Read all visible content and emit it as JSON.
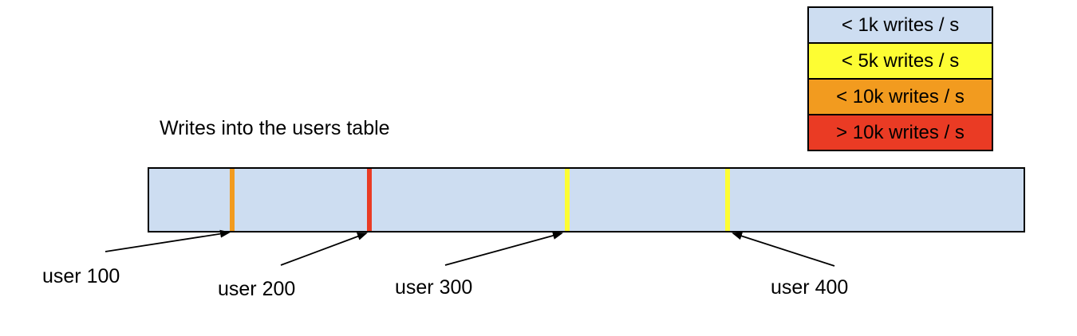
{
  "title": "Writes into the users table",
  "colors": {
    "bar_fill": "#cdddf1",
    "yellow": "#fdfd33",
    "orange": "#f29b1f",
    "red": "#ea3b24",
    "outline": "#000000"
  },
  "legend": {
    "items": [
      {
        "label": "< 1k writes / s",
        "color": "#cdddf1"
      },
      {
        "label": "< 5k writes / s",
        "color": "#fdfd33"
      },
      {
        "label": "< 10k writes / s",
        "color": "#f29b1f"
      },
      {
        "label": "> 10k writes / s",
        "color": "#ea3b24"
      }
    ]
  },
  "table_bar": {
    "fill": "#cdddf1",
    "markers": [
      {
        "user": "user 100",
        "rate": "< 10k writes / s",
        "color": "#f29b1f"
      },
      {
        "user": "user 200",
        "rate": "> 10k writes / s",
        "color": "#ea3b24"
      },
      {
        "user": "user 300",
        "rate": "< 5k writes / s",
        "color": "#fdfd33"
      },
      {
        "user": "user 400",
        "rate": "< 5k writes / s",
        "color": "#fdfd33"
      }
    ]
  },
  "labels": [
    {
      "text": "user 100"
    },
    {
      "text": "user 200"
    },
    {
      "text": "user 300"
    },
    {
      "text": "user 400"
    }
  ]
}
